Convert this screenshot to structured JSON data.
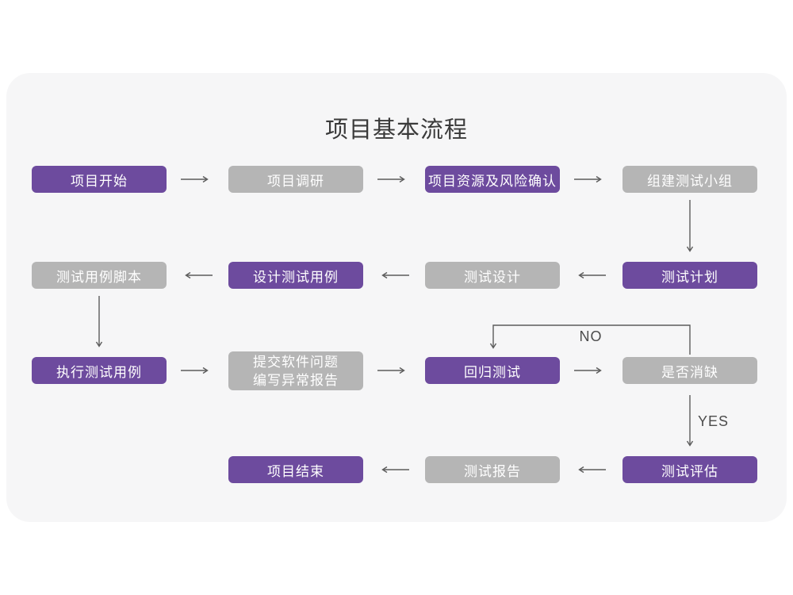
{
  "title": "项目基本流程",
  "colors": {
    "node_purple": "#6d4b9e",
    "node_gray": "#b5b5b5",
    "card_background": "#f6f6f7",
    "page_background": "#ffffff",
    "arrow": "#5c5c5c",
    "node_text": "#ffffff",
    "title_text": "#3a3a3a"
  },
  "edge_labels": {
    "no": "NO",
    "yes": "YES"
  },
  "nodes": [
    {
      "label": "项目开始",
      "type": "purple"
    },
    {
      "label": "项目调研",
      "type": "gray"
    },
    {
      "label": "项目资源及风险确认",
      "type": "purple"
    },
    {
      "label": "组建测试小组",
      "type": "gray"
    },
    {
      "label": "测试计划",
      "type": "purple"
    },
    {
      "label": "测试设计",
      "type": "gray"
    },
    {
      "label": "设计测试用例",
      "type": "purple"
    },
    {
      "label": "测试用例脚本",
      "type": "gray"
    },
    {
      "label": "执行测试用例",
      "type": "purple"
    },
    {
      "label": "提交软件问题",
      "label2": "编写异常报告",
      "type": "gray"
    },
    {
      "label": "回归测试",
      "type": "purple"
    },
    {
      "label": "是否消缺",
      "type": "gray"
    },
    {
      "label": "测试评估",
      "type": "purple"
    },
    {
      "label": "测试报告",
      "type": "gray"
    },
    {
      "label": "项目结束",
      "type": "purple"
    }
  ]
}
